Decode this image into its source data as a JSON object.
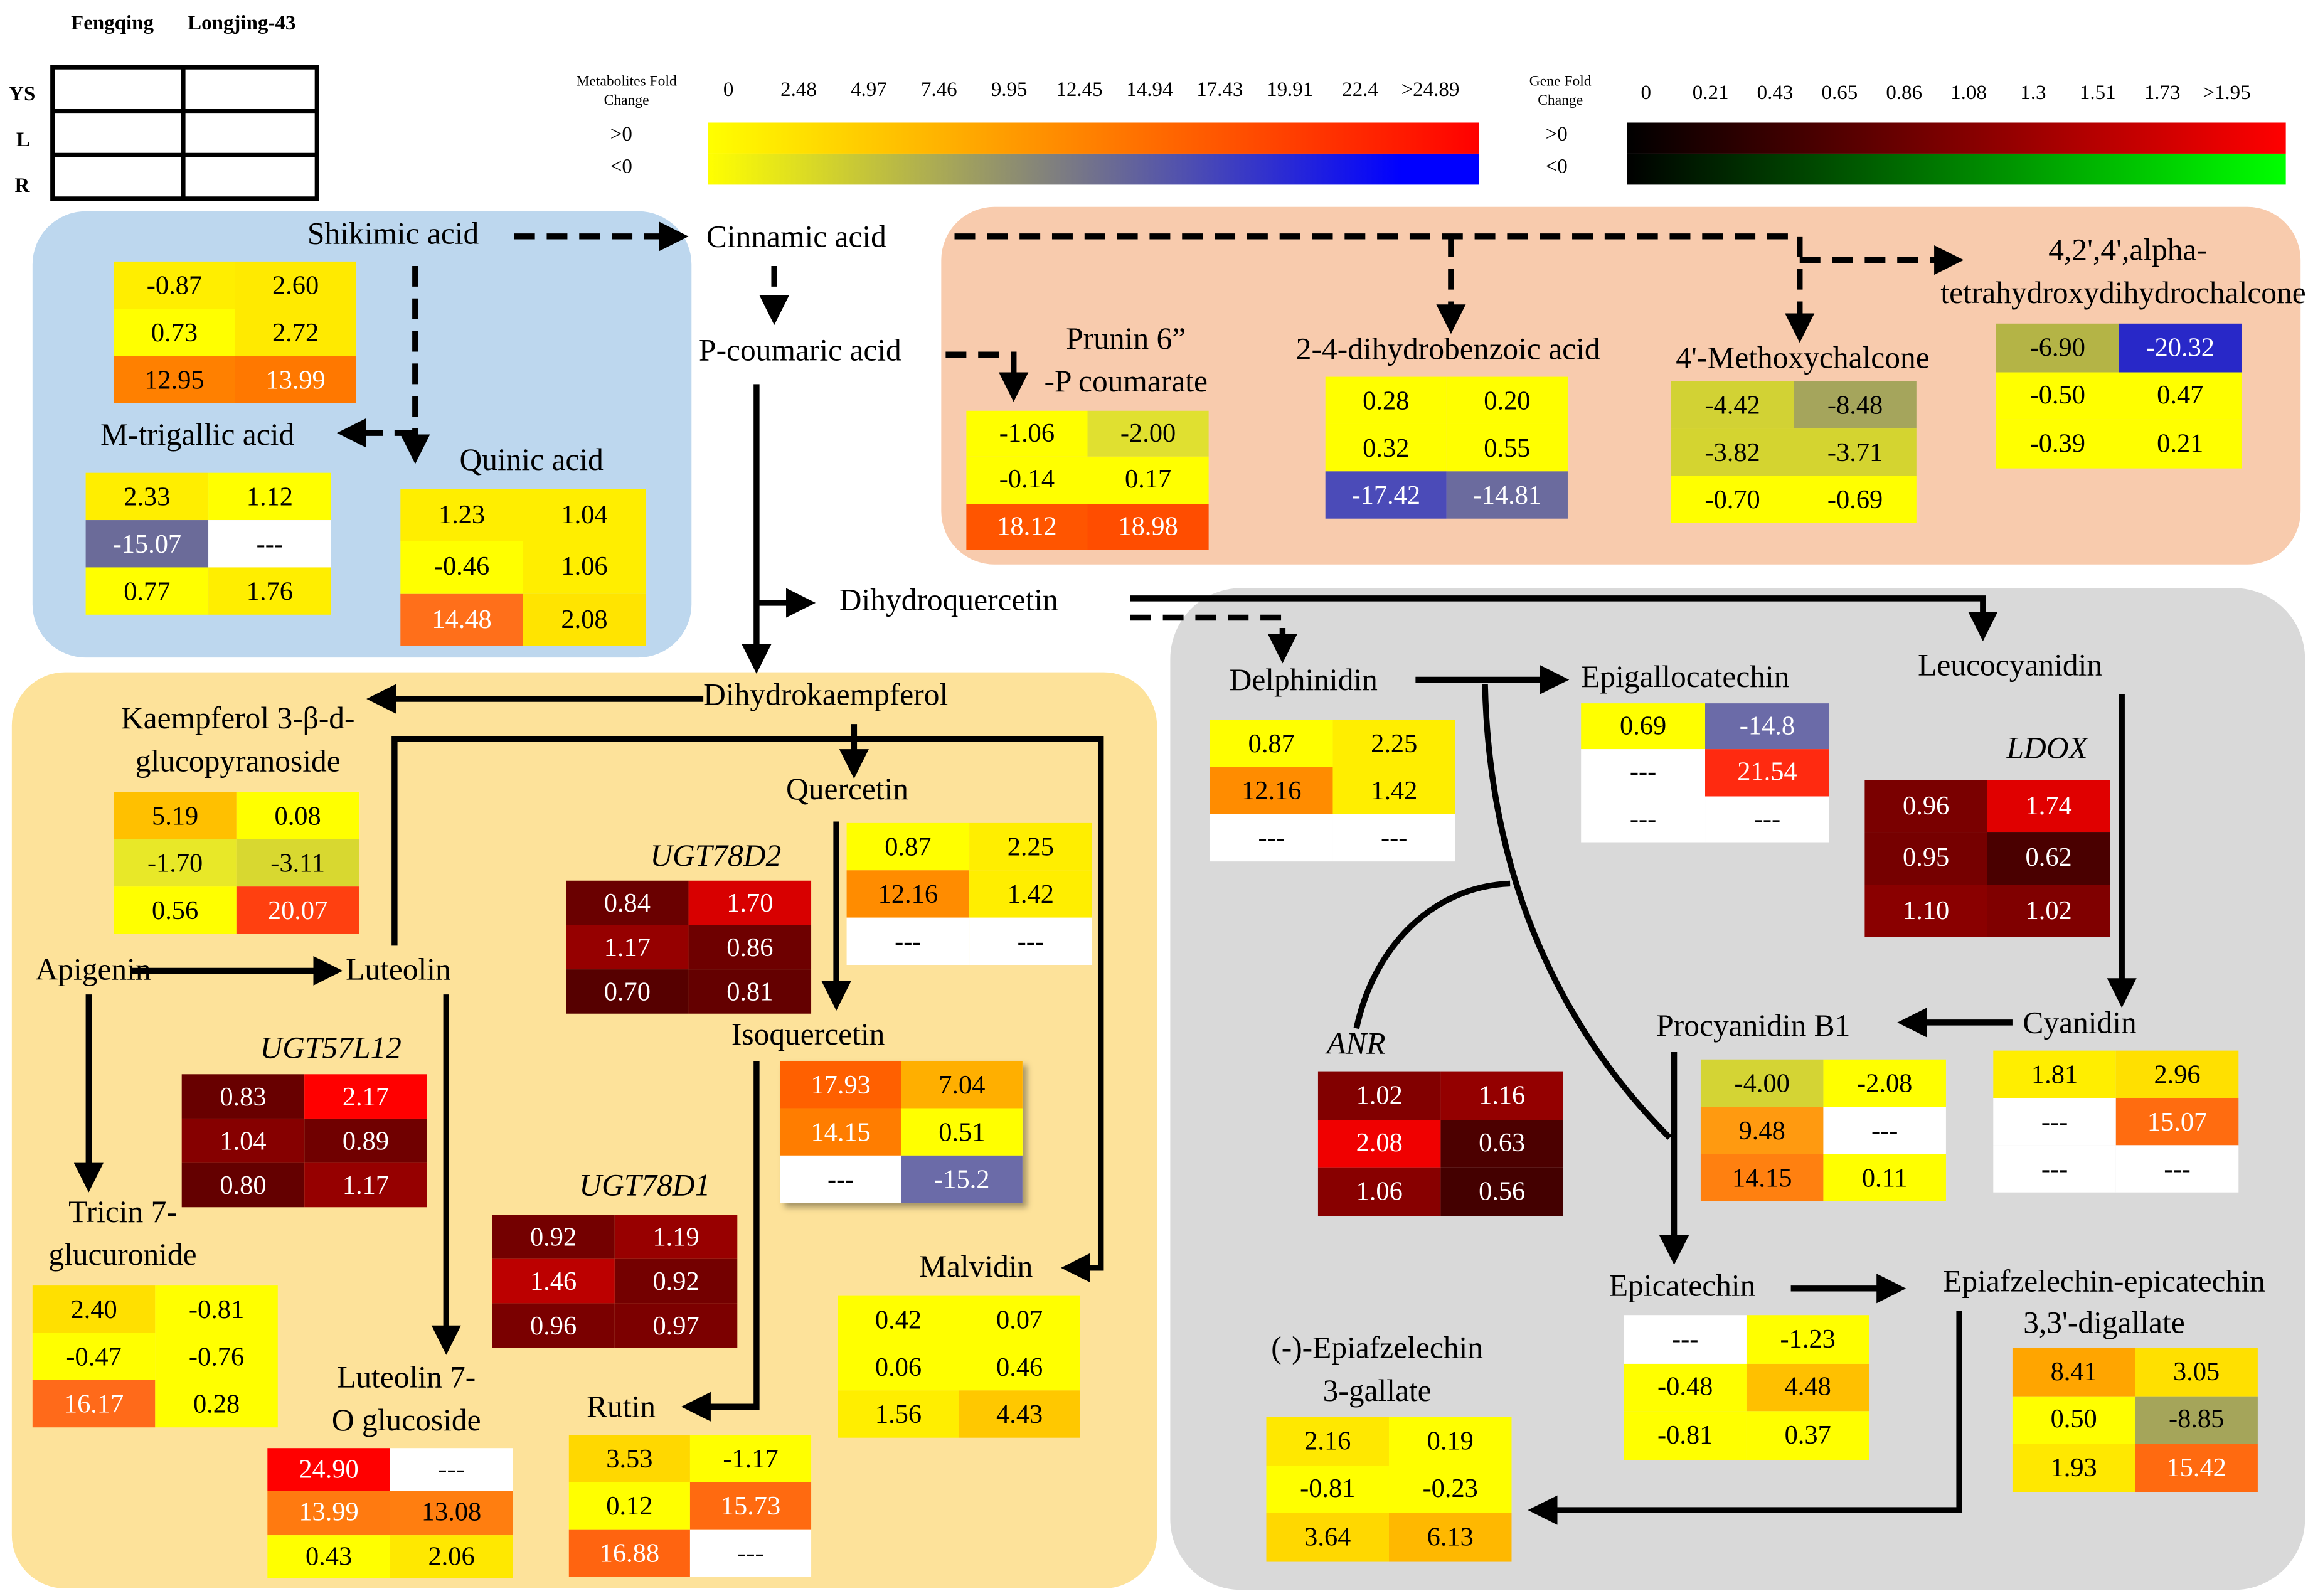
{
  "legend": {
    "columns": [
      "Fengqing",
      "Longjing-43"
    ],
    "rows": [
      "YS",
      "L",
      "R"
    ],
    "metabolite_scale": {
      "title": "Metabolites Fold Change",
      "ticks": [
        "0",
        "2.48",
        "4.97",
        "7.46",
        "9.95",
        "12.45",
        "14.94",
        "17.43",
        "19.91",
        "22.4",
        ">24.89"
      ],
      "pos_label": ">0",
      "neg_label": "<0",
      "pos_colors": [
        "#ffff00",
        "#ffe600",
        "#ffcc00",
        "#ffb300",
        "#ff9900",
        "#ff8000",
        "#ff6600",
        "#ff4d00",
        "#ff3300",
        "#ff1a00",
        "#ff0000"
      ],
      "neg_colors": [
        "#ffff00",
        "#e3e31c",
        "#c6c638",
        "#aaaa55",
        "#8d8d71",
        "#71718d",
        "#5555aa",
        "#3838c6",
        "#1c1ce3",
        "#0000ff",
        "#0000ff"
      ]
    },
    "gene_scale": {
      "title": "Gene Fold Change",
      "ticks": [
        "0",
        "0.21",
        "0.43",
        "0.65",
        "0.86",
        "1.08",
        "1.3",
        "1.51",
        "1.73",
        ">1.95"
      ],
      "pos_label": ">0",
      "neg_label": "<0",
      "pos_colors": [
        "#000000",
        "#1a0000",
        "#330000",
        "#4d0000",
        "#660000",
        "#800000",
        "#990000",
        "#b30000",
        "#cc0000",
        "#e60000",
        "#ff0000"
      ],
      "neg_colors": [
        "#000000",
        "#001a00",
        "#003300",
        "#004d00",
        "#006600",
        "#008000",
        "#009900",
        "#00b300",
        "#00cc00",
        "#00e600",
        "#00ff00"
      ]
    }
  },
  "colors": {
    "region_shikimate": "#bdd7ee",
    "region_chalcone": "#f8cbad",
    "region_flavonol": "#fde29a",
    "region_catechin": "#d9d9d9"
  },
  "nodes": {
    "shikimic_acid": "Shikimic acid",
    "cinnamic_acid": "Cinnamic acid",
    "p_coumaric_acid": "P-coumaric acid",
    "m_trigallic_acid": "M-trigallic acid",
    "quinic_acid": "Quinic acid",
    "prunin_l1": "Prunin 6”",
    "prunin_l2": "-P coumarate",
    "dihydrobenzoic_acid": "2-4-dihydrobenzoic acid",
    "methoxychalcone": "4'-Methoxychalcone",
    "tetrahydroxy_l1": "4,2',4',alpha-",
    "tetrahydroxy_l2": "tetrahydroxydihydrochalcone",
    "dihydroquercetin": "Dihydroquercetin",
    "dihydrokaempferol": "Dihydrokaempferol",
    "kaempferol_l1": "Kaempferol 3-β-d-",
    "kaempferol_l2": "glucopyranoside",
    "quercetin": "Quercetin",
    "apigenin": "Apigenin",
    "luteolin": "Luteolin",
    "isoquercetin": "Isoquercetin",
    "tricin_l1": "Tricin 7-",
    "tricin_l2": "glucuronide",
    "luteolin7_l1": "Luteolin 7-",
    "luteolin7_l2": "O glucoside",
    "rutin": "Rutin",
    "malvidin": "Malvidin",
    "delphinidin": "Delphinidin",
    "epigallocatechin": "Epigallocatechin",
    "leucocyanidin": "Leucocyanidin",
    "cyanidin": "Cyanidin",
    "procyanidin_b1": "Procyanidin B1",
    "epicatechin": "Epicatechin",
    "epiafzelechin_epicatechin_l1": "Epiafzelechin-epicatechin",
    "epiafzelechin_epicatechin_l2": "3,3'-digallate",
    "epiafzelechin_gallate_l1": "(-)-Epiafzelechin",
    "epiafzelechin_gallate_l2": "3-gallate"
  },
  "genes": {
    "ldox": "LDOX",
    "ugt78d2": "UGT78D2",
    "ugt57l12": "UGT57L12",
    "ugt78d1": "UGT78D1",
    "anr": "ANR"
  },
  "heatmaps": [
    {
      "id": "shikimic",
      "kind": "metabolite",
      "values": [
        [
          "-0.87",
          "2.60"
        ],
        [
          "0.73",
          "2.72"
        ],
        [
          "12.95",
          "13.99"
        ]
      ],
      "colors": [
        [
          "#ffee00",
          "#ffea00"
        ],
        [
          "#ffff00",
          "#ffea00"
        ],
        [
          "#ff8000",
          "#ff7800"
        ]
      ]
    },
    {
      "id": "m_trigallic",
      "kind": "metabolite",
      "values": [
        [
          "2.33",
          "1.12"
        ],
        [
          "-15.07",
          "---"
        ],
        [
          "0.77",
          "1.76"
        ]
      ],
      "colors": [
        [
          "#ffee00",
          "#ffff00"
        ],
        [
          "#6b6b99",
          "#ffffff"
        ],
        [
          "#ffff00",
          "#ffee00"
        ]
      ]
    },
    {
      "id": "quinic",
      "kind": "metabolite",
      "values": [
        [
          "1.23",
          "1.04"
        ],
        [
          "-0.46",
          "1.06"
        ],
        [
          "14.48",
          "2.08"
        ]
      ],
      "colors": [
        [
          "#ffee00",
          "#ffee00"
        ],
        [
          "#ffff00",
          "#ffee00"
        ],
        [
          "#ff6f1a",
          "#ffe400"
        ]
      ]
    },
    {
      "id": "prunin",
      "kind": "metabolite",
      "values": [
        [
          "-1.06",
          "-2.00"
        ],
        [
          "-0.14",
          "0.17"
        ],
        [
          "18.12",
          "18.98"
        ]
      ],
      "colors": [
        [
          "#ffff00",
          "#e0e030"
        ],
        [
          "#ffff00",
          "#ffff00"
        ],
        [
          "#ff5500",
          "#ff4d00"
        ]
      ]
    },
    {
      "id": "dihydrobenzoic",
      "kind": "metabolite",
      "values": [
        [
          "0.28",
          "0.20"
        ],
        [
          "0.32",
          "0.55"
        ],
        [
          "-17.42",
          "-14.81"
        ]
      ],
      "colors": [
        [
          "#ffff00",
          "#ffff00"
        ],
        [
          "#ffff00",
          "#ffff00"
        ],
        [
          "#4b4bb8",
          "#6b6b9e"
        ]
      ]
    },
    {
      "id": "methoxychalcone",
      "kind": "metabolite",
      "values": [
        [
          "-4.42",
          "-8.48"
        ],
        [
          "-3.82",
          "-3.71"
        ],
        [
          "-0.70",
          "-0.69"
        ]
      ],
      "colors": [
        [
          "#d2d234",
          "#a5a55c"
        ],
        [
          "#d4d430",
          "#d4d430"
        ],
        [
          "#ffff00",
          "#ffff00"
        ]
      ]
    },
    {
      "id": "tetrahydroxy",
      "kind": "metabolite",
      "values": [
        [
          "-6.90",
          "-20.32"
        ],
        [
          "-0.50",
          "0.47"
        ],
        [
          "-0.39",
          "0.21"
        ]
      ],
      "colors": [
        [
          "#b4b446",
          "#2828c8"
        ],
        [
          "#ffff00",
          "#ffff00"
        ],
        [
          "#ffff00",
          "#ffff00"
        ]
      ]
    },
    {
      "id": "kaempferol",
      "kind": "metabolite",
      "values": [
        [
          "5.19",
          "0.08"
        ],
        [
          "-1.70",
          "-3.11"
        ],
        [
          "0.56",
          "20.07"
        ]
      ],
      "colors": [
        [
          "#ffc000",
          "#ffff00"
        ],
        [
          "#e8e828",
          "#d8d830"
        ],
        [
          "#ffff00",
          "#ff4010"
        ]
      ]
    },
    {
      "id": "quercetin",
      "kind": "metabolite",
      "values": [
        [
          "0.87",
          "2.25"
        ],
        [
          "12.16",
          "1.42"
        ],
        [
          "---",
          "---"
        ]
      ],
      "colors": [
        [
          "#ffff00",
          "#ffee00"
        ],
        [
          "#ff8c00",
          "#ffee00"
        ],
        [
          "#ffffff",
          "#ffffff"
        ]
      ]
    },
    {
      "id": "isoquercetin",
      "kind": "metabolite",
      "values": [
        [
          "17.93",
          "7.04"
        ],
        [
          "14.15",
          "0.51"
        ],
        [
          "---",
          "-15.2"
        ]
      ],
      "colors": [
        [
          "#ff6000",
          "#ffaf00"
        ],
        [
          "#ff7d00",
          "#ffff00"
        ],
        [
          "#ffffff",
          "#6b6ba8"
        ]
      ]
    },
    {
      "id": "tricin",
      "kind": "metabolite",
      "values": [
        [
          "2.40",
          "-0.81"
        ],
        [
          "-0.47",
          "-0.76"
        ],
        [
          "16.17",
          "0.28"
        ]
      ],
      "colors": [
        [
          "#ffe000",
          "#ffff00"
        ],
        [
          "#ffff00",
          "#ffff00"
        ],
        [
          "#ff6a1a",
          "#ffff00"
        ]
      ]
    },
    {
      "id": "luteolin7",
      "kind": "metabolite",
      "values": [
        [
          "24.90",
          "---"
        ],
        [
          "13.99",
          "13.08"
        ],
        [
          "0.43",
          "2.06"
        ]
      ],
      "colors": [
        [
          "#ff0000",
          "#ffffff"
        ],
        [
          "#ff7a10",
          "#ff7e10"
        ],
        [
          "#ffff00",
          "#ffe800"
        ]
      ]
    },
    {
      "id": "rutin",
      "kind": "metabolite",
      "values": [
        [
          "3.53",
          "-1.17"
        ],
        [
          "0.12",
          "15.73"
        ],
        [
          "16.88",
          "---"
        ]
      ],
      "colors": [
        [
          "#ffd800",
          "#ffff00"
        ],
        [
          "#ffff00",
          "#ff6a10"
        ],
        [
          "#ff6410",
          "#ffffff"
        ]
      ]
    },
    {
      "id": "malvidin",
      "kind": "metabolite",
      "values": [
        [
          "0.42",
          "0.07"
        ],
        [
          "0.06",
          "0.46"
        ],
        [
          "1.56",
          "4.43"
        ]
      ],
      "colors": [
        [
          "#ffff00",
          "#ffff00"
        ],
        [
          "#ffff00",
          "#ffff00"
        ],
        [
          "#ffee00",
          "#ffc800"
        ]
      ]
    },
    {
      "id": "delphinidin",
      "kind": "metabolite",
      "values": [
        [
          "0.87",
          "2.25"
        ],
        [
          "12.16",
          "1.42"
        ],
        [
          "---",
          "---"
        ]
      ],
      "colors": [
        [
          "#ffff00",
          "#ffee00"
        ],
        [
          "#ff8c00",
          "#ffee00"
        ],
        [
          "#ffffff",
          "#ffffff"
        ]
      ]
    },
    {
      "id": "epigallocatechin",
      "kind": "metabolite",
      "values": [
        [
          "0.69",
          "-14.8"
        ],
        [
          "---",
          "21.54"
        ],
        [
          "---",
          "---"
        ]
      ],
      "colors": [
        [
          "#ffff00",
          "#6b6ba8"
        ],
        [
          "#ffffff",
          "#ff2a10"
        ],
        [
          "#ffffff",
          "#ffffff"
        ]
      ]
    },
    {
      "id": "cyanidin",
      "kind": "metabolite",
      "values": [
        [
          "1.81",
          "2.96"
        ],
        [
          "---",
          "15.07"
        ],
        [
          "---",
          "---"
        ]
      ],
      "colors": [
        [
          "#ffee00",
          "#ffe000"
        ],
        [
          "#ffffff",
          "#ff6c10"
        ],
        [
          "#ffffff",
          "#ffffff"
        ]
      ]
    },
    {
      "id": "procyanidin",
      "kind": "metabolite",
      "values": [
        [
          "-4.00",
          "-2.08"
        ],
        [
          "9.48",
          "---"
        ],
        [
          "14.15",
          "0.11"
        ]
      ],
      "colors": [
        [
          "#d4d434",
          "#ffff00"
        ],
        [
          "#ff9a10",
          "#ffffff"
        ],
        [
          "#ff8010",
          "#ffff00"
        ]
      ]
    },
    {
      "id": "epicatechin",
      "kind": "metabolite",
      "values": [
        [
          "---",
          "-1.23"
        ],
        [
          "-0.48",
          "4.48"
        ],
        [
          "-0.81",
          "0.37"
        ]
      ],
      "colors": [
        [
          "#ffffff",
          "#ffff00"
        ],
        [
          "#ffff00",
          "#ffc000"
        ],
        [
          "#ffff00",
          "#ffff00"
        ]
      ]
    },
    {
      "id": "epiafzelechin_epicatechin",
      "kind": "metabolite",
      "values": [
        [
          "8.41",
          "3.05"
        ],
        [
          "0.50",
          "-8.85"
        ],
        [
          "1.93",
          "15.42"
        ]
      ],
      "colors": [
        [
          "#ffa500",
          "#ffe000"
        ],
        [
          "#ffff00",
          "#a5a55a"
        ],
        [
          "#ffe800",
          "#ff6a10"
        ]
      ]
    },
    {
      "id": "epiafzelechin_gallate",
      "kind": "metabolite",
      "values": [
        [
          "2.16",
          "0.19"
        ],
        [
          "-0.81",
          "-0.23"
        ],
        [
          "3.64",
          "6.13"
        ]
      ],
      "colors": [
        [
          "#ffe800",
          "#ffff00"
        ],
        [
          "#ffff00",
          "#ffff00"
        ],
        [
          "#ffd800",
          "#ffb800"
        ]
      ]
    },
    {
      "id": "ldox",
      "kind": "gene",
      "values": [
        [
          "0.96",
          "1.74"
        ],
        [
          "0.95",
          "0.62"
        ],
        [
          "1.10",
          "1.02"
        ]
      ],
      "colors": [
        [
          "#7a0000",
          "#e00000"
        ],
        [
          "#760000",
          "#4a0000"
        ],
        [
          "#8a0000",
          "#800000"
        ]
      ]
    },
    {
      "id": "ugt78d2",
      "kind": "gene",
      "values": [
        [
          "0.84",
          "1.70"
        ],
        [
          "1.17",
          "0.86"
        ],
        [
          "0.70",
          "0.81"
        ]
      ],
      "colors": [
        [
          "#6a0000",
          "#d80000"
        ],
        [
          "#960000",
          "#6e0000"
        ],
        [
          "#560000",
          "#640000"
        ]
      ]
    },
    {
      "id": "ugt57l12",
      "kind": "gene",
      "values": [
        [
          "0.83",
          "2.17"
        ],
        [
          "1.04",
          "0.89"
        ],
        [
          "0.80",
          "1.17"
        ]
      ],
      "colors": [
        [
          "#680000",
          "#ff0000"
        ],
        [
          "#860000",
          "#700000"
        ],
        [
          "#640000",
          "#960000"
        ]
      ]
    },
    {
      "id": "ugt78d1",
      "kind": "gene",
      "values": [
        [
          "0.92",
          "1.19"
        ],
        [
          "1.46",
          "0.92"
        ],
        [
          "0.96",
          "0.97"
        ]
      ],
      "colors": [
        [
          "#740000",
          "#980000"
        ],
        [
          "#bc0000",
          "#740000"
        ],
        [
          "#7a0000",
          "#7c0000"
        ]
      ]
    },
    {
      "id": "anr",
      "kind": "gene",
      "values": [
        [
          "1.02",
          "1.16"
        ],
        [
          "2.08",
          "0.63"
        ],
        [
          "1.06",
          "0.56"
        ]
      ],
      "colors": [
        [
          "#820000",
          "#940000"
        ],
        [
          "#f00000",
          "#4c0000"
        ],
        [
          "#880000",
          "#440000"
        ]
      ]
    }
  ]
}
